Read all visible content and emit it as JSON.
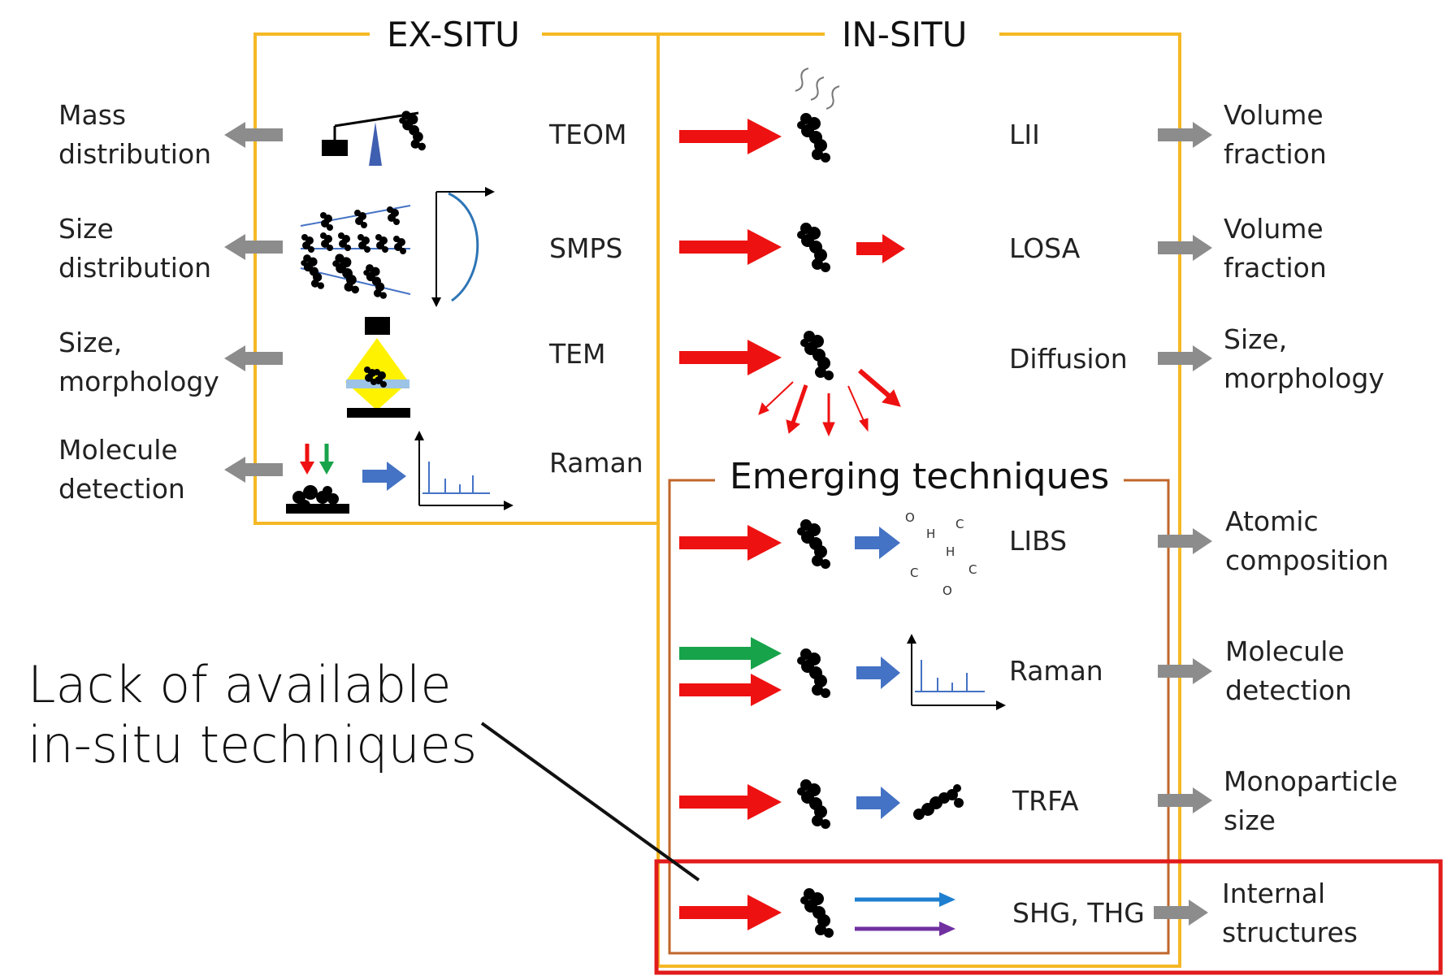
{
  "headers": {
    "ex_situ": "EX-SITU",
    "in_situ": "IN-SITU",
    "emerging": "Emerging techniques"
  },
  "ex_situ": {
    "rows": [
      {
        "technique": "TEOM",
        "measurement_line1": "Mass",
        "measurement_line2": "distribution"
      },
      {
        "technique": "SMPS",
        "measurement_line1": "Size",
        "measurement_line2": "distribution"
      },
      {
        "technique": "TEM",
        "measurement_line1": "Size,",
        "measurement_line2": "morphology"
      },
      {
        "technique": "Raman",
        "measurement_line1": "Molecule",
        "measurement_line2": "detection"
      }
    ]
  },
  "in_situ": {
    "rows": [
      {
        "technique": "LII",
        "measurement_line1": "Volume",
        "measurement_line2": "fraction"
      },
      {
        "technique": "LOSA",
        "measurement_line1": "Volume",
        "measurement_line2": "fraction"
      },
      {
        "technique": "Diffusion",
        "measurement_line1": "Size,",
        "measurement_line2": "morphology"
      }
    ]
  },
  "emerging": {
    "rows": [
      {
        "technique": "LIBS",
        "measurement_line1": "Atomic",
        "measurement_line2": "composition"
      },
      {
        "technique": "Raman",
        "measurement_line1": "Molecule",
        "measurement_line2": "detection"
      },
      {
        "technique": "TRFA",
        "measurement_line1": "Monoparticle",
        "measurement_line2": "size"
      },
      {
        "technique": "SHG, THG",
        "measurement_line1": "Internal",
        "measurement_line2": "structures"
      }
    ],
    "atoms": [
      "O",
      "H",
      "C",
      "H",
      "C",
      "C",
      "O"
    ]
  },
  "annotation": {
    "line1": "Lack of available",
    "line2": "in-situ techniques"
  },
  "icons": [
    "balance-icon",
    "particle-icon",
    "size-distribution-curve-icon",
    "microscope-beam-icon",
    "spectrum-icon",
    "heat-waves-icon",
    "laser-arrow-icon",
    "output-arrow-icon"
  ],
  "colors": {
    "ex_in_frame": "#F5B825",
    "emerging_frame": "#C0662A",
    "highlight_box": "#E21B1B",
    "laser_red": "#EE1111",
    "laser_green": "#17A34A",
    "process_blue": "#4472C4",
    "output_gray": "#8C8C8C",
    "harmonic_blue": "#1E7FD0",
    "harmonic_purple": "#7030A0",
    "tem_yellow": "#FFF200",
    "tem_stage": "#9DC3E6",
    "balance_blue": "#3F5FB0"
  }
}
